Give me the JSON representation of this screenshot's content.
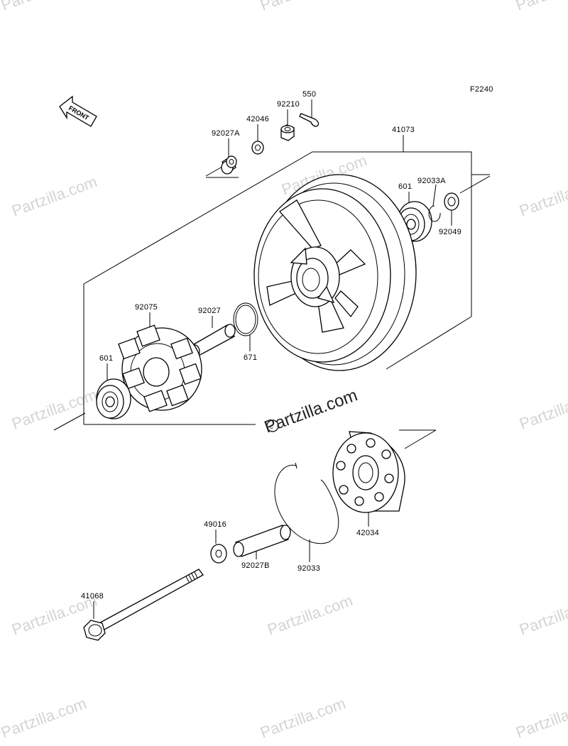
{
  "diagram_code": "F2240",
  "front_label": "FRONT",
  "watermark": "Partzilla.com",
  "callouts": [
    {
      "id": "550",
      "text": "550"
    },
    {
      "id": "92210",
      "text": "92210"
    },
    {
      "id": "42046",
      "text": "42046"
    },
    {
      "id": "92027A",
      "text": "92027A"
    },
    {
      "id": "41073",
      "text": "41073"
    },
    {
      "id": "601-right",
      "text": "601"
    },
    {
      "id": "92033A",
      "text": "92033A"
    },
    {
      "id": "92049",
      "text": "92049"
    },
    {
      "id": "92075",
      "text": "92075"
    },
    {
      "id": "92027",
      "text": "92027"
    },
    {
      "id": "671",
      "text": "671"
    },
    {
      "id": "601-left",
      "text": "601"
    },
    {
      "id": "42034",
      "text": "42034"
    },
    {
      "id": "92033",
      "text": "92033"
    },
    {
      "id": "49016",
      "text": "49016"
    },
    {
      "id": "92027B",
      "text": "92027B"
    },
    {
      "id": "41068",
      "text": "41068"
    }
  ]
}
